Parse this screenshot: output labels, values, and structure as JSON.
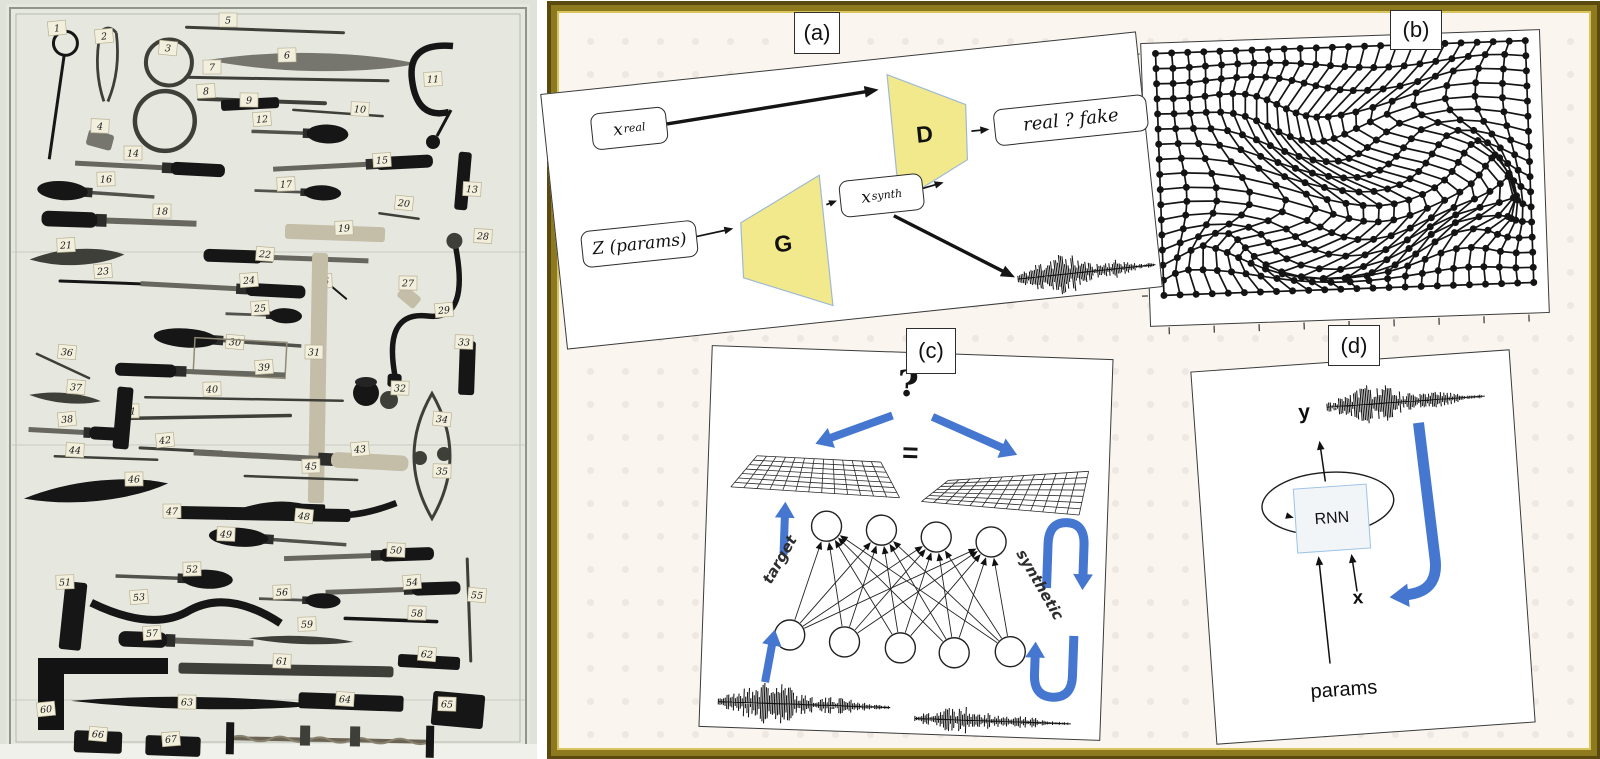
{
  "colors": {
    "frame_gold": "#8e7a1e",
    "frame_gold_bright": "#d9c45e",
    "frame_gold_dark": "#5a4a10",
    "canvas_cream": "#faf6ef",
    "dot": "#efe7e1",
    "accent_blue": "#4576d0",
    "trapezoid_yellow": "#f2e98c",
    "trapezoid_stroke": "#9fb9d4",
    "rnn_fill": "#f2f5f8",
    "rnn_stroke": "#9dc3e6",
    "ink": "#141414",
    "photo_bg": "#dfe2d9"
  },
  "panel_a": {
    "label": "(a)",
    "x_real": {
      "base": "x",
      "sub": "real"
    },
    "x_synth": {
      "base": "x",
      "sub": "synth"
    },
    "z_params": "Z (params)",
    "generator": "G",
    "discriminator": "D",
    "real_fake": "real ? fake"
  },
  "panel_b": {
    "label": "(b)",
    "grid": {
      "cols": 24,
      "rows": 17
    }
  },
  "panel_c": {
    "label": "(c)",
    "question": "?",
    "equals": "=",
    "target": "target",
    "synthetic": "synthetic",
    "net": {
      "top_nodes": 4,
      "bottom_nodes": 5
    }
  },
  "panel_d": {
    "label": "(d)",
    "y": "y",
    "rnn": "RNN",
    "x": "x",
    "params": "params"
  },
  "photo": {
    "description": "black and white photograph of a numbered tool board",
    "tools": [
      [
        1,
        57,
        28,
        "ring",
        60,
        95,
        130,
        3,
        96,
        0
      ],
      [
        2,
        104,
        36,
        "uspring",
        107,
        70,
        75,
        3,
        92,
        0
      ],
      [
        3,
        168,
        48,
        "fig8",
        167,
        90,
        115,
        4,
        94,
        0
      ],
      [
        4,
        100,
        126,
        "block",
        100,
        140,
        26,
        16,
        15,
        2
      ],
      [
        5,
        228,
        20,
        "rod",
        265,
        30,
        160,
        3,
        2,
        1
      ],
      [
        6,
        287,
        55,
        "blade",
        312,
        62,
        210,
        9,
        1,
        2
      ],
      [
        7,
        212,
        67,
        "rod",
        287,
        79,
        205,
        3,
        1,
        1
      ],
      [
        8,
        206,
        91,
        "rod",
        262,
        101,
        130,
        4,
        2,
        1
      ],
      [
        9,
        249,
        100,
        "block",
        250,
        104,
        58,
        11,
        -3,
        0
      ],
      [
        10,
        360,
        109,
        "rod",
        338,
        113,
        92,
        2.5,
        4,
        1
      ],
      [
        11,
        433,
        79,
        "clamp",
        433,
        82,
        90,
        6,
        0,
        0
      ],
      [
        12,
        262,
        119,
        "handle",
        299,
        133,
        95,
        5,
        2,
        0
      ],
      [
        13,
        472,
        189,
        "block",
        463,
        181,
        58,
        13,
        95,
        0
      ],
      [
        14,
        133,
        153,
        "chisel",
        150,
        167,
        150,
        5,
        3,
        0
      ],
      [
        15,
        382,
        160,
        "chisel",
        353,
        165,
        160,
        5,
        -3,
        0
      ],
      [
        16,
        106,
        179,
        "handle",
        97,
        193,
        115,
        5,
        184,
        0
      ],
      [
        17,
        286,
        184,
        "handle",
        297,
        192,
        85,
        4,
        2,
        0
      ],
      [
        18,
        162,
        211,
        "chisel",
        119,
        221,
        155,
        6,
        182,
        0
      ],
      [
        19,
        344,
        228,
        "block",
        335,
        233,
        100,
        15,
        2,
        3
      ],
      [
        20,
        404,
        203,
        "rod",
        399,
        216,
        42,
        2.5,
        8,
        1
      ],
      [
        21,
        66,
        245,
        "blade",
        77,
        257,
        95,
        8,
        -3,
        1
      ],
      [
        22,
        265,
        254,
        "chisel",
        286,
        258,
        165,
        5,
        182,
        0
      ],
      [
        23,
        103,
        271,
        "rod",
        116,
        283,
        115,
        3,
        2,
        0
      ],
      [
        24,
        249,
        280,
        "chisel",
        223,
        288,
        165,
        5,
        3,
        0
      ],
      [
        25,
        260,
        308,
        "handle",
        263,
        315,
        75,
        4,
        2,
        0
      ],
      [
        26,
        323,
        281,
        "rod",
        337,
        291,
        26,
        2,
        40,
        0
      ],
      [
        27,
        408,
        283,
        "block",
        409,
        297,
        22,
        14,
        40,
        3
      ],
      [
        28,
        483,
        236,
        "none",
        0,
        0,
        0,
        0,
        0,
        0
      ],
      [
        29,
        444,
        310,
        "brace",
        428,
        310,
        140,
        5,
        92,
        0
      ],
      [
        30,
        235,
        342,
        "handle",
        229,
        341,
        145,
        5,
        184,
        0
      ],
      [
        0,
        0,
        0,
        "plate",
        240,
        358,
        92,
        36,
        3,
        0
      ],
      [
        31,
        314,
        352,
        "block",
        318,
        378,
        250,
        16,
        91,
        3
      ],
      [
        32,
        400,
        388,
        "knob",
        366,
        391,
        26,
        4,
        0,
        0
      ],
      [
        33,
        464,
        342,
        "block",
        467,
        368,
        54,
        16,
        92,
        0
      ],
      [
        34,
        442,
        419,
        "calipers",
        432,
        456,
        125,
        3,
        90,
        0
      ],
      [
        35,
        442,
        471,
        "none",
        0,
        0,
        0,
        0,
        0,
        0
      ],
      [
        36,
        67,
        352,
        "rod",
        63,
        366,
        60,
        2.5,
        25,
        1
      ],
      [
        37,
        76,
        387,
        "blade",
        65,
        398,
        72,
        5,
        5,
        1
      ],
      [
        38,
        67,
        419,
        "chisel",
        76,
        432,
        95,
        5,
        3,
        0
      ],
      [
        39,
        264,
        367,
        "chisel",
        200,
        372,
        170,
        5,
        182,
        0
      ],
      [
        40,
        212,
        389,
        "rod",
        244,
        399,
        200,
        2.5,
        1,
        1
      ],
      [
        41,
        130,
        411,
        "rod",
        207,
        417,
        170,
        3.5,
        -1,
        1
      ],
      [
        0,
        0,
        0,
        "block",
        123,
        418,
        62,
        16,
        95,
        0
      ],
      [
        42,
        165,
        440,
        "rod",
        181,
        450,
        85,
        3,
        3,
        1
      ],
      [
        43,
        360,
        449,
        "chisel",
        301,
        458,
        215,
        6,
        3,
        3
      ],
      [
        44,
        75,
        450,
        "rod",
        106,
        458,
        105,
        2.5,
        2,
        1
      ],
      [
        45,
        311,
        466,
        "rod",
        301,
        478,
        115,
        2.5,
        2,
        1
      ],
      [
        46,
        134,
        479,
        "blade",
        96,
        491,
        145,
        10,
        -6,
        0
      ],
      [
        47,
        172,
        511,
        "block",
        263,
        514,
        175,
        13,
        1,
        0
      ],
      [
        48,
        304,
        516,
        "spokeshave",
        311,
        512,
        170,
        6,
        2,
        0
      ],
      [
        49,
        226,
        534,
        "handle",
        279,
        540,
        135,
        5,
        184,
        0
      ],
      [
        50,
        396,
        550,
        "chisel",
        359,
        556,
        150,
        5,
        -2,
        0
      ],
      [
        51,
        65,
        582,
        "block",
        73,
        616,
        68,
        22,
        96,
        0
      ],
      [
        52,
        192,
        569,
        "handle",
        173,
        578,
        115,
        5,
        2,
        0
      ],
      [
        53,
        139,
        597,
        "scurve",
        186,
        610,
        190,
        7,
        2,
        0
      ],
      [
        54,
        412,
        582,
        "chisel",
        393,
        590,
        135,
        5,
        -2,
        0
      ],
      [
        55,
        477,
        595,
        "rod",
        469,
        610,
        105,
        3,
        88,
        1
      ],
      [
        56,
        282,
        592,
        "handle",
        299,
        600,
        80,
        4,
        2,
        0
      ],
      [
        57,
        152,
        633,
        "chisel",
        186,
        641,
        135,
        6,
        182,
        0
      ],
      [
        58,
        417,
        613,
        "rod",
        391,
        620,
        95,
        3.5,
        2,
        0
      ],
      [
        59,
        307,
        624,
        "blade",
        301,
        640,
        105,
        4,
        2,
        1
      ],
      [
        60,
        46,
        709,
        "square",
        38,
        658,
        130,
        20,
        0,
        0
      ],
      [
        61,
        282,
        661,
        "block",
        286,
        670,
        215,
        11,
        1,
        1
      ],
      [
        62,
        427,
        654,
        "block",
        429,
        662,
        62,
        13,
        3,
        0
      ],
      [
        63,
        187,
        702,
        "blade",
        196,
        703,
        250,
        6,
        1,
        0
      ],
      [
        64,
        345,
        699,
        "block",
        351,
        702,
        105,
        16,
        2,
        0
      ],
      [
        65,
        447,
        704,
        "block",
        458,
        710,
        52,
        34,
        5,
        0
      ],
      [
        66,
        98,
        734,
        "block",
        98,
        742,
        48,
        22,
        2,
        0
      ],
      [
        67,
        171,
        739,
        "block",
        173,
        746,
        55,
        20,
        2,
        0
      ],
      [
        0,
        0,
        0,
        "saw",
        330,
        740,
        200,
        4,
        1,
        0
      ]
    ]
  }
}
